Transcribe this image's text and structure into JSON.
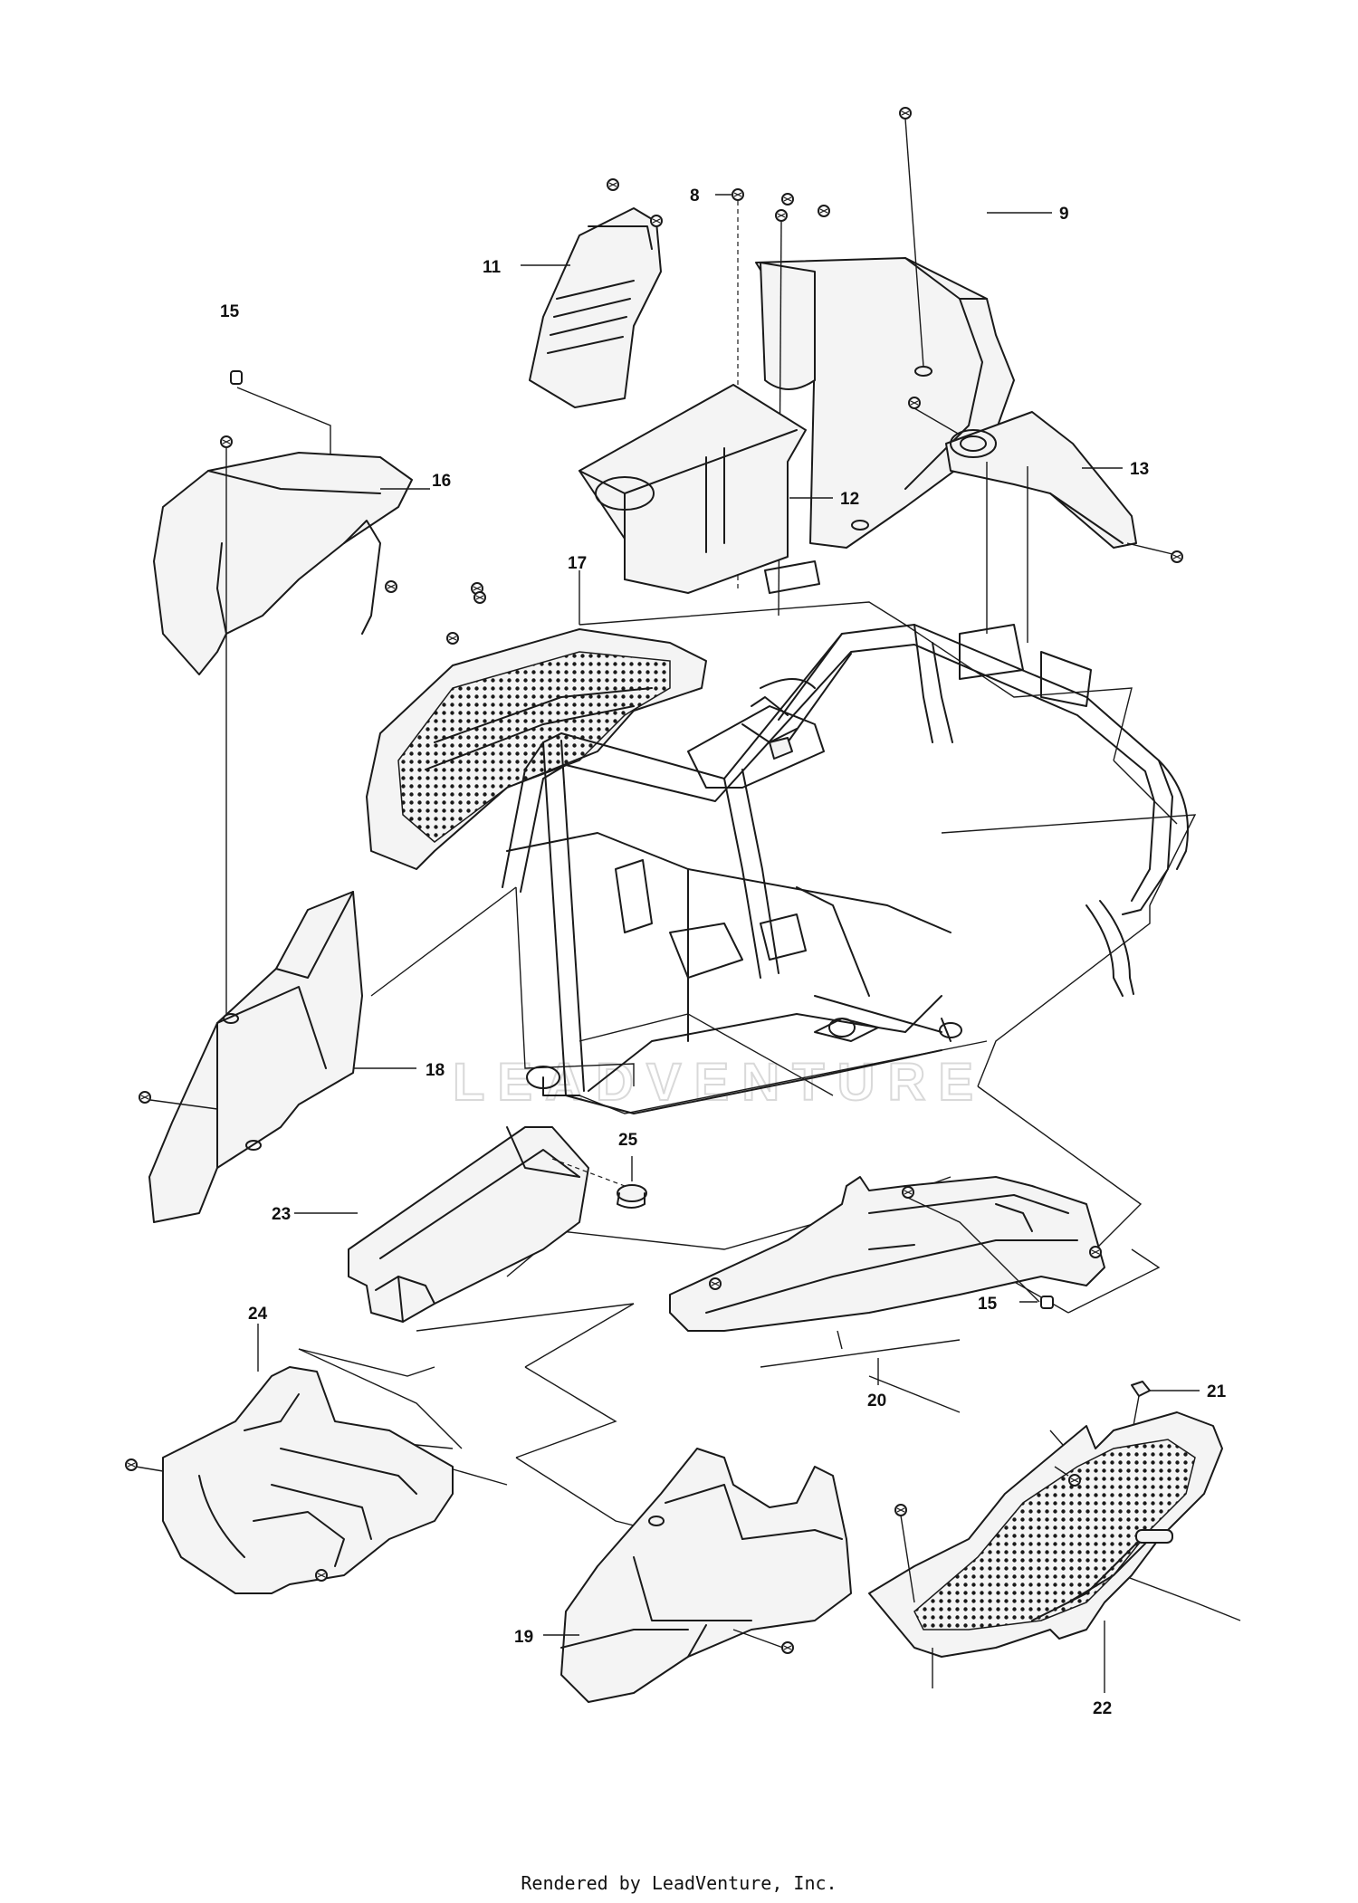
{
  "watermark": "LEADVENTURE",
  "footer": "Rendered by LeadVenture, Inc.",
  "callouts": [
    "8",
    "9",
    "11",
    "12",
    "13",
    "15",
    "16",
    "17",
    "18",
    "19",
    "20",
    "21",
    "22",
    "23",
    "24",
    "25"
  ],
  "labels": {
    "c8": "8",
    "c9": "9",
    "c11": "11",
    "c12": "12",
    "c13": "13",
    "c15a": "15",
    "c15b": "15",
    "c16": "16",
    "c17": "17",
    "c18": "18",
    "c19": "19",
    "c20": "20",
    "c21": "21",
    "c22": "22",
    "c23": "23",
    "c24": "24",
    "c25": "25"
  }
}
